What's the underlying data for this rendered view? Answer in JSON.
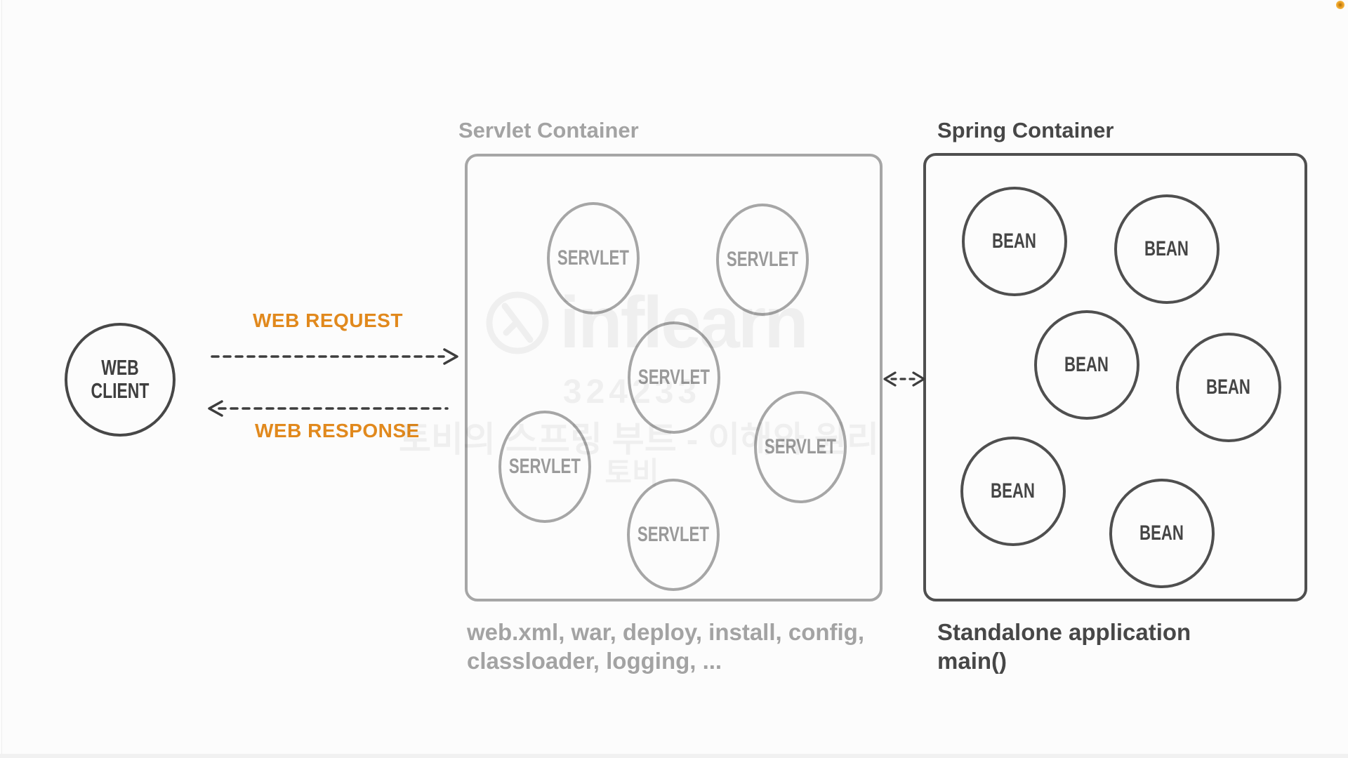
{
  "diagram": {
    "client": {
      "line1": "WEB",
      "line2": "CLIENT"
    },
    "request_label": "WEB REQUEST",
    "response_label": "WEB RESPONSE",
    "servlet_container": {
      "title": "Servlet Container",
      "nodes": [
        "SERVLET",
        "SERVLET",
        "SERVLET",
        "SERVLET",
        "SERVLET",
        "SERVLET"
      ],
      "caption_line1": "web.xml, war, deploy, install, config,",
      "caption_line2": "classloader, logging, ..."
    },
    "spring_container": {
      "title": "Spring Container",
      "nodes": [
        "BEAN",
        "BEAN",
        "BEAN",
        "BEAN",
        "BEAN",
        "BEAN"
      ],
      "caption_line1": "Standalone application",
      "caption_line2": "main()"
    }
  },
  "watermark": {
    "brand": "inflearn",
    "code": "324233",
    "course": "토비의 스프링 부트 - 이해와 원리",
    "author": "토비"
  },
  "colors": {
    "accent_orange": "#E1891D",
    "dark_gray": "#4A4A4A",
    "light_gray": "#A3A3A3",
    "background": "#FCFCFC"
  }
}
